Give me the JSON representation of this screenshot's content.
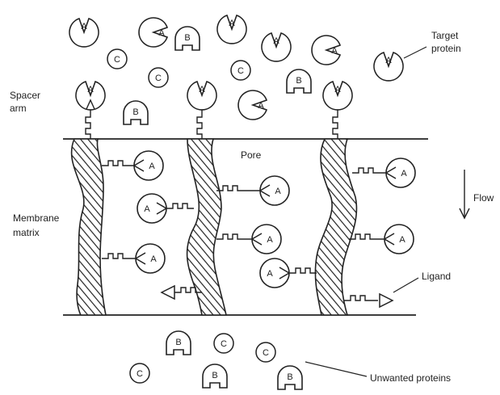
{
  "labels": {
    "target_protein": [
      "Target",
      "protein"
    ],
    "spacer_arm": [
      "Spacer",
      "arm"
    ],
    "pore": "Pore",
    "flow": "Flow",
    "membrane_matrix": [
      "Membrane",
      "matrix"
    ],
    "ligand": "Ligand",
    "unwanted_proteins": "Unwanted proteins"
  },
  "molecules": {
    "A": "A",
    "B": "B",
    "C": "C"
  },
  "colors": {
    "stroke": "#222222",
    "background": "#ffffff"
  }
}
